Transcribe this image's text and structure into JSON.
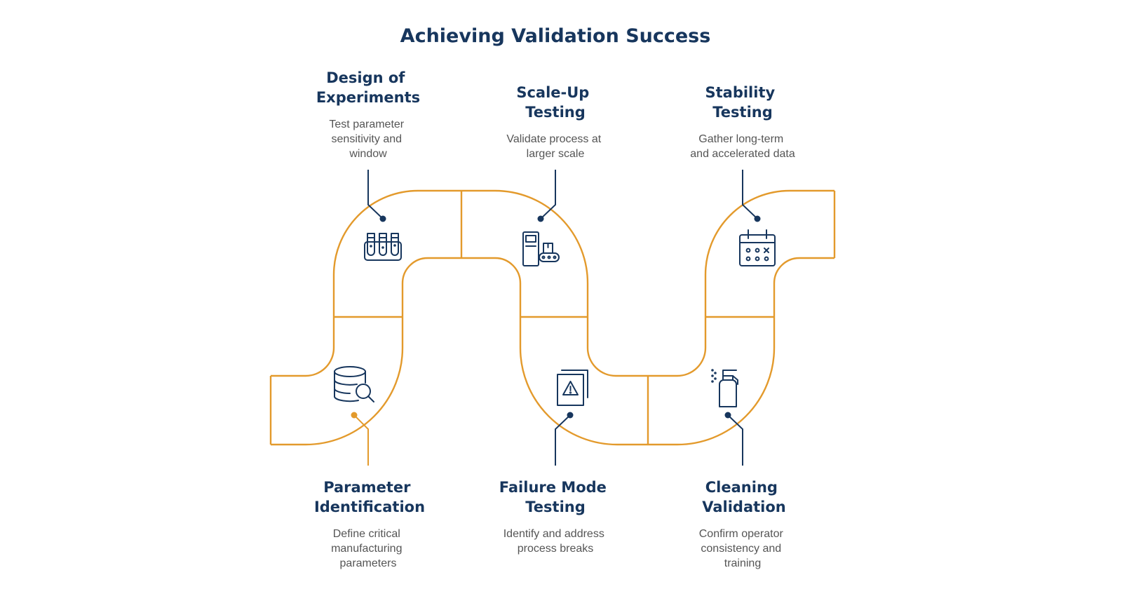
{
  "title": "Achieving Validation Success",
  "colors": {
    "pipe": "#e39a2c",
    "text": "#17365d",
    "description": "#555555",
    "background": "#ffffff"
  },
  "steps": [
    {
      "id": "parameter-identification",
      "icon": "database-search-icon",
      "title": [
        "Parameter",
        "Identification"
      ],
      "description": [
        "Define critical",
        "manufacturing",
        "parameters"
      ]
    },
    {
      "id": "design-of-experiments",
      "icon": "test-tubes-icon",
      "title": [
        "Design of",
        "Experiments"
      ],
      "description": [
        "Test parameter",
        "sensitivity and",
        "window"
      ]
    },
    {
      "id": "failure-mode-testing",
      "icon": "warning-document-icon",
      "title": [
        "Failure Mode",
        "Testing"
      ],
      "description": [
        "Identify and address",
        "process breaks"
      ]
    },
    {
      "id": "scale-up-testing",
      "icon": "production-machine-icon",
      "title": [
        "Scale-Up",
        "Testing"
      ],
      "description": [
        "Validate process at",
        "larger scale"
      ]
    },
    {
      "id": "cleaning-validation",
      "icon": "spray-bottle-icon",
      "title": [
        "Cleaning",
        "Validation"
      ],
      "description": [
        "Confirm operator",
        "consistency and",
        "training"
      ]
    },
    {
      "id": "stability-testing",
      "icon": "calendar-icon",
      "title": [
        "Stability",
        "Testing"
      ],
      "description": [
        "Gather long-term",
        "and accelerated data"
      ]
    }
  ]
}
